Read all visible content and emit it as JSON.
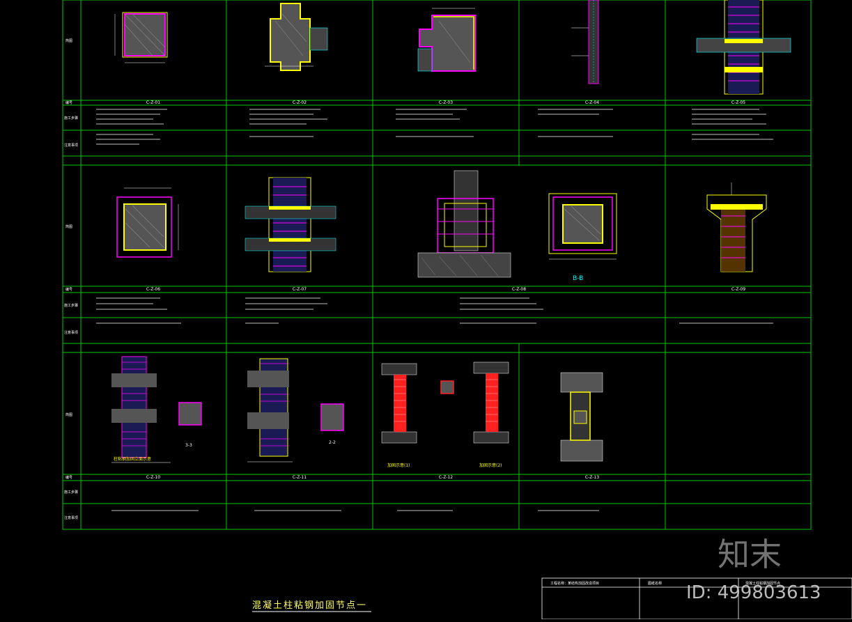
{
  "row_labels": {
    "figure": "简图",
    "number": "编号",
    "steps": "施工步骤",
    "notes": "注意事项"
  },
  "codes": [
    "C-Z-01",
    "C-Z-02",
    "C-Z-03",
    "C-Z-04",
    "C-Z-05",
    "C-Z-06",
    "C-Z-07",
    "C-Z-08",
    "C-Z-09",
    "C-Z-10",
    "C-Z-11",
    "C-Z-12",
    "C-Z-13"
  ],
  "section_labels": {
    "b_b": "B-B",
    "three": "3-3",
    "two": "2-2"
  },
  "captions": {
    "c12_left": "加固示意(1)",
    "c12_right": "加固示意(2)",
    "c10": "柱粘钢加固立面示意"
  },
  "title": "混凝土柱粘钢加固节点一",
  "title_block": [
    "工程名称：某结构加固改造项目",
    "图纸名称",
    "混凝土柱粘钢加固节点"
  ],
  "watermark": {
    "logo": "知末",
    "id": "ID: 499803613"
  },
  "colors": {
    "frame": "#00c800",
    "steel": "#ff00ff",
    "plate": "#ffff00",
    "bar": "#ff2020",
    "cyan": "#00ffff"
  }
}
